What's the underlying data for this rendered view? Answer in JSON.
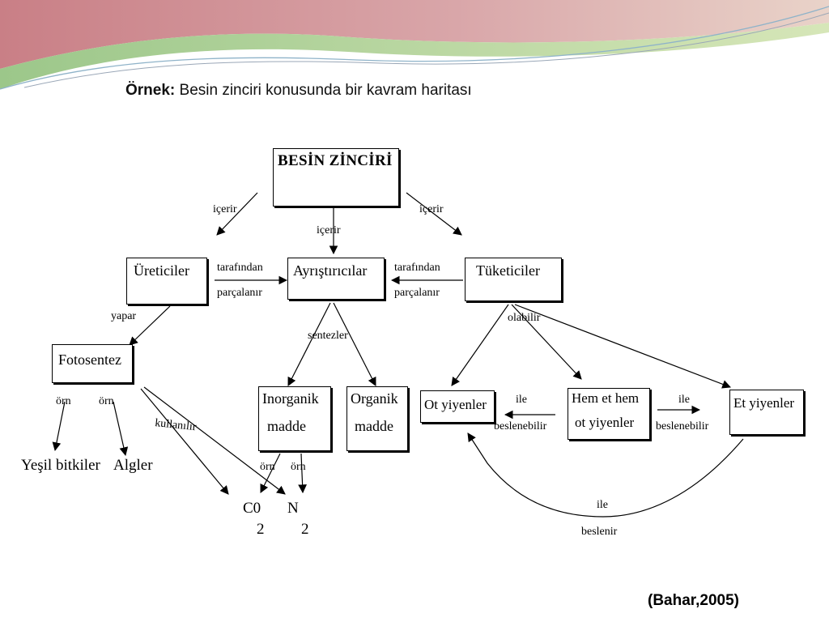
{
  "slide": {
    "title_bold": "Örnek:",
    "title_rest": "Besin zinciri konusunda bir kavram haritası",
    "citation": "(Bahar,2005)"
  },
  "diagram": {
    "nodes": {
      "root": "BESİN ZİNCİRİ",
      "producers": "Üreticiler",
      "decomposers": "Ayrıştırıcılar",
      "consumers": "Tüketiciler",
      "photosynthesis": "Fotosentez",
      "inorganic_1": "Inorganik",
      "inorganic_2": "madde",
      "organic_1": "Organik",
      "organic_2": "madde",
      "herbivores": "Ot yiyenler",
      "omnivores_1": "Hem et hem",
      "omnivores_2": "ot yiyenler",
      "carnivores": "Et yiyenler",
      "green_plants": "Yeşil bitkiler",
      "algae": "Algler",
      "co2_main": "C0",
      "co2_sub": "2",
      "n2_main": "N",
      "n2_sub": "2"
    },
    "links": {
      "contains_left": "içerir",
      "contains_mid": "içerir",
      "contains_right": "içerir",
      "by_left_top": "tarafından",
      "by_left_bottom": "parçalanır",
      "by_right_top": "tarafından",
      "by_right_bottom": "parçalanır",
      "does": "yapar",
      "synthesizes": "sentezler",
      "can_be": "olabilir",
      "example_1": "örn",
      "example_2": "örn",
      "uses": "kullanılır",
      "example_3": "örn",
      "example_4": "örn",
      "feeds_can_1_top": "ile",
      "feeds_can_1_bottom": "beslenebilir",
      "feeds_can_2_top": "ile",
      "feeds_can_2_bottom": "beslenebilir",
      "feeds_top": "ile",
      "feeds_bottom": "beslenir"
    }
  },
  "colors": {
    "band_pink": "#d9888e",
    "band_green": "#9cc78a",
    "band_teal": "#8fb3c9",
    "ink": "#000000"
  }
}
